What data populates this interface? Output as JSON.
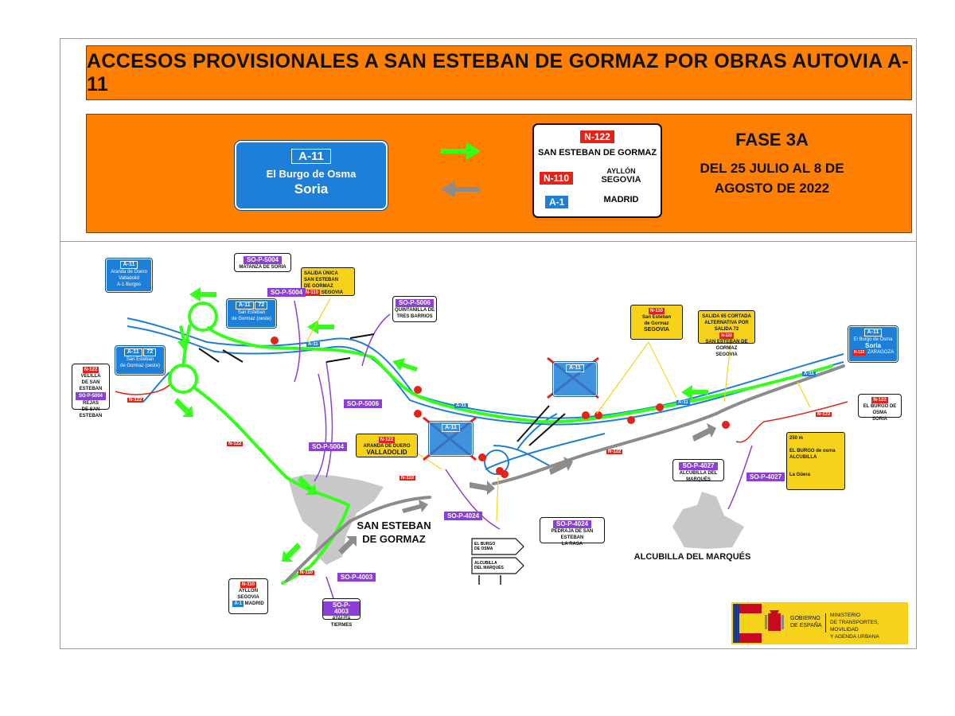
{
  "title": "ACCESOS PROVISIONALES A SAN ESTEBAN DE GORMAZ  POR OBRAS AUTOVIA A-11",
  "legend": {
    "sign": {
      "route": "A-11",
      "line1": "El Burgo de Osma",
      "line2": "Soria"
    },
    "white_sign": {
      "top_badge": "N-122",
      "heading": "SAN ESTEBAN DE GORMAZ",
      "n110": "N-110",
      "dest1a": "AYLLÓN",
      "dest1b": "SEGOVIA",
      "a1": "A-1",
      "dest2": "MADRID"
    },
    "phase": "FASE 3A",
    "dates_line1": "DEL 25 JULIO AL 8 DE",
    "dates_line2": "AGOSTO DE 2022"
  },
  "map": {
    "town_label_1": "SAN ESTEBAN",
    "town_label_2": "DE GORMAZ",
    "alcubilla_label": "ALCUBILLA DEL MARQUÉS",
    "signs": {
      "top_left_blue": {
        "route": "A-11",
        "l1": "Aranda de Duero",
        "l2": "Valladolid",
        "route2": "A-1",
        "l3": "Burgos"
      },
      "so_p_5004_top": {
        "code": "SO-P-5004",
        "dest": "MATANZA DE SORIA"
      },
      "salida_unica": {
        "l1": "SALIDA ÚNICA",
        "l2": "SAN ESTEBAN",
        "l3": "DE GORMAZ",
        "badge": "N-110",
        "l4": "SEGOVIA"
      },
      "so_p_5006_top": {
        "code": "SO-P-5006",
        "dest1": "QUINTANILLA DE",
        "dest2": "TRES BARRIOS"
      },
      "exit72_a": {
        "route": "A-11",
        "num": "72",
        "l1": "San Esteban",
        "l2": "de Gormaz (oeste)"
      },
      "exit72_b": {
        "route": "A-11",
        "num": "72",
        "l1": "San Esteban",
        "l2": "de Gormaz (oeste)"
      },
      "velilla": {
        "badge": "N-122",
        "l1": "VELILLA",
        "l2": "DE SAN ESTEBAN",
        "badge2": "SO-P-5004",
        "l3": "REJAS",
        "l4": "DE SAN ESTEBAN"
      },
      "n110_sign": {
        "badge": "N-110",
        "l1": "San Esteban",
        "l2": "de Gormaz",
        "l3": "SEGOVIA"
      },
      "salidas_65": {
        "l1": "SALIDA 65 CORTADA",
        "l2": "ALTERNATIVA POR",
        "l3": "SALIDA 72",
        "badge": "N-122",
        "l4": "SAN ESTEBAN DE GORMAZ",
        "l5": "SEGOVIA"
      },
      "right_blue": {
        "route": "A-11",
        "l1": "El Burgo de Osma",
        "l2": "Soria",
        "badge": "N-122",
        "l3": "ZARAGOZA"
      },
      "right_n122": {
        "badge": "N-122",
        "l1": "EL BURGO DE OSMA",
        "l2": "SORIA"
      },
      "aranda": {
        "badge": "N-122",
        "l1": "ARANDA DE DUERO",
        "l2": "VALLADOLID"
      },
      "so_p_4027": {
        "code": "SO-P-4027",
        "dest": "ALCUBILLA DEL MARQUÉS"
      },
      "right_yellow": {
        "top": "250 m",
        "l1": "EL BURGO de osma",
        "l2": "ALCUBILLA",
        "l3": "La Güera"
      },
      "so_p_4024": {
        "code": "SO-P-4024",
        "l1": "PEDRAJA DE SAN ESTEBAN",
        "l2": "LA RASA"
      },
      "arrows_post": {
        "l1": "EL BURGO",
        "l2": "DE OSMA",
        "l3": "ALCUBILLA",
        "l4": "DEL MARQUÉS"
      },
      "ayllon": {
        "badge": "N-110",
        "l1": "AYLLÓN",
        "l2": "SEGOVIA",
        "badge2": "A-1",
        "l3": "MADRID"
      },
      "so_p_4003": {
        "code": "SO-P-4003",
        "l1": "ATAUTA",
        "l2": "TIERMES"
      }
    },
    "road_labels": {
      "n122_a": "N-122",
      "n122_b": "N-122",
      "n122_c": "N-122",
      "n122_d": "N-122",
      "n110_a": "N-110",
      "n110_b": "N-110",
      "a11_a": "A-11",
      "a11_b": "A-11",
      "a11_c": "A-11",
      "a11_d": "A-11",
      "sop5004": "SO-P-5004",
      "sop5004b": "SO-P-5004",
      "sop5006": "SO-P-5006",
      "sop4024": "SO-P-4024",
      "sop4027": "SO-P-4027",
      "sop4003": "SO-P-4003"
    }
  },
  "footer": {
    "gob1": "GOBIERNO",
    "gob2": "DE ESPAÑA",
    "min1": "MINISTERIO",
    "min2": "DE TRANSPORTES, MOVILIDAD",
    "min3": "Y AGENDA URBANA"
  },
  "colors": {
    "orange": "#ff7f00",
    "green": "#33ff1a",
    "road_blue": "#1e7fd8",
    "gray": "#8c8c8c",
    "red": "#e52218",
    "purple": "#8b3fd6",
    "yellow": "#f6d31a"
  }
}
